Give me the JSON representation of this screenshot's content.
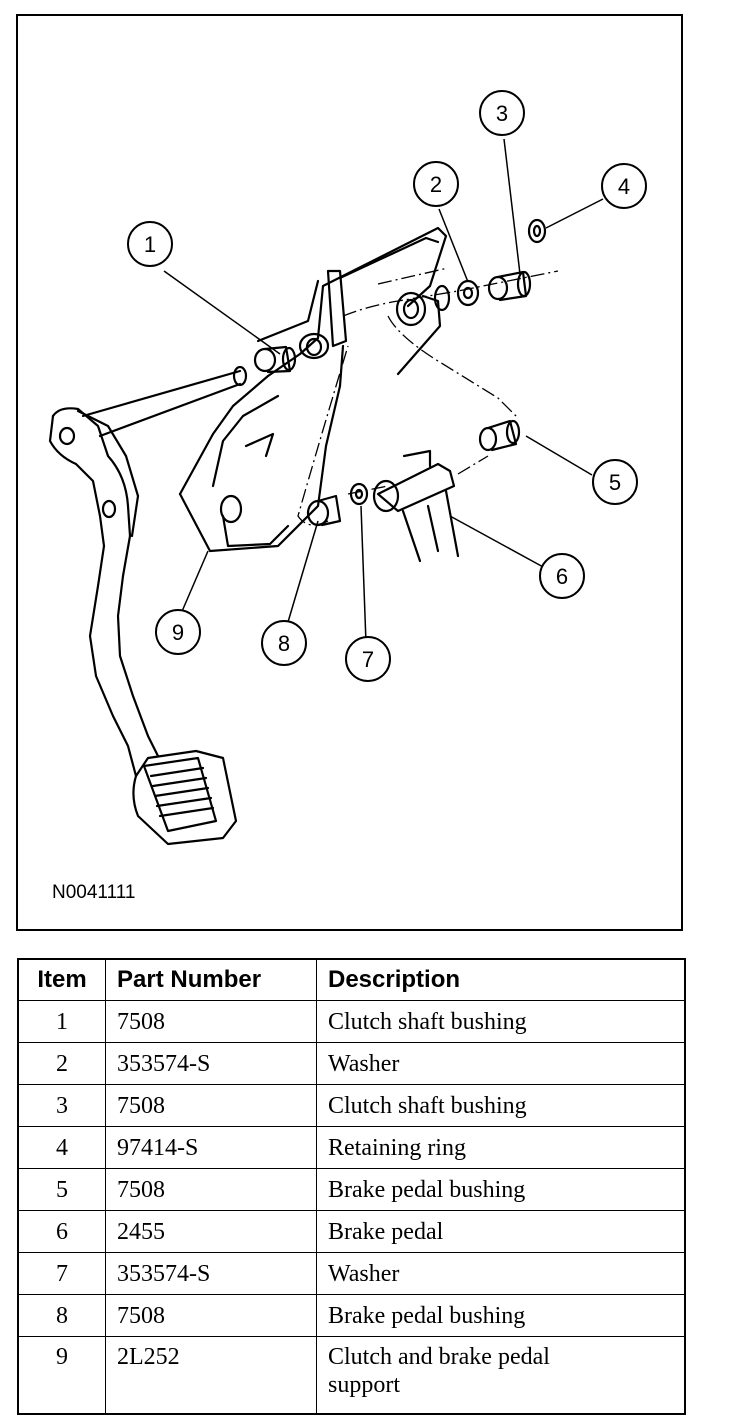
{
  "figure": {
    "code": "N0041111",
    "callouts": [
      "1",
      "2",
      "3",
      "4",
      "5",
      "6",
      "7",
      "8",
      "9"
    ]
  },
  "table": {
    "headers": [
      "Item",
      "Part Number",
      "Description"
    ],
    "rows": [
      {
        "item": "1",
        "part": "7508",
        "desc": "Clutch shaft bushing"
      },
      {
        "item": "2",
        "part": "353574-S",
        "desc": "Washer"
      },
      {
        "item": "3",
        "part": "7508",
        "desc": "Clutch shaft bushing"
      },
      {
        "item": "4",
        "part": "97414-S",
        "desc": "Retaining ring"
      },
      {
        "item": "5",
        "part": "7508",
        "desc": "Brake pedal bushing"
      },
      {
        "item": "6",
        "part": "2455",
        "desc": "Brake pedal"
      },
      {
        "item": "7",
        "part": "353574-S",
        "desc": "Washer"
      },
      {
        "item": "8",
        "part": "7508",
        "desc": "Brake pedal bushing"
      },
      {
        "item": "9",
        "part": "2L252",
        "desc": "Clutch and brake pedal support"
      }
    ]
  }
}
